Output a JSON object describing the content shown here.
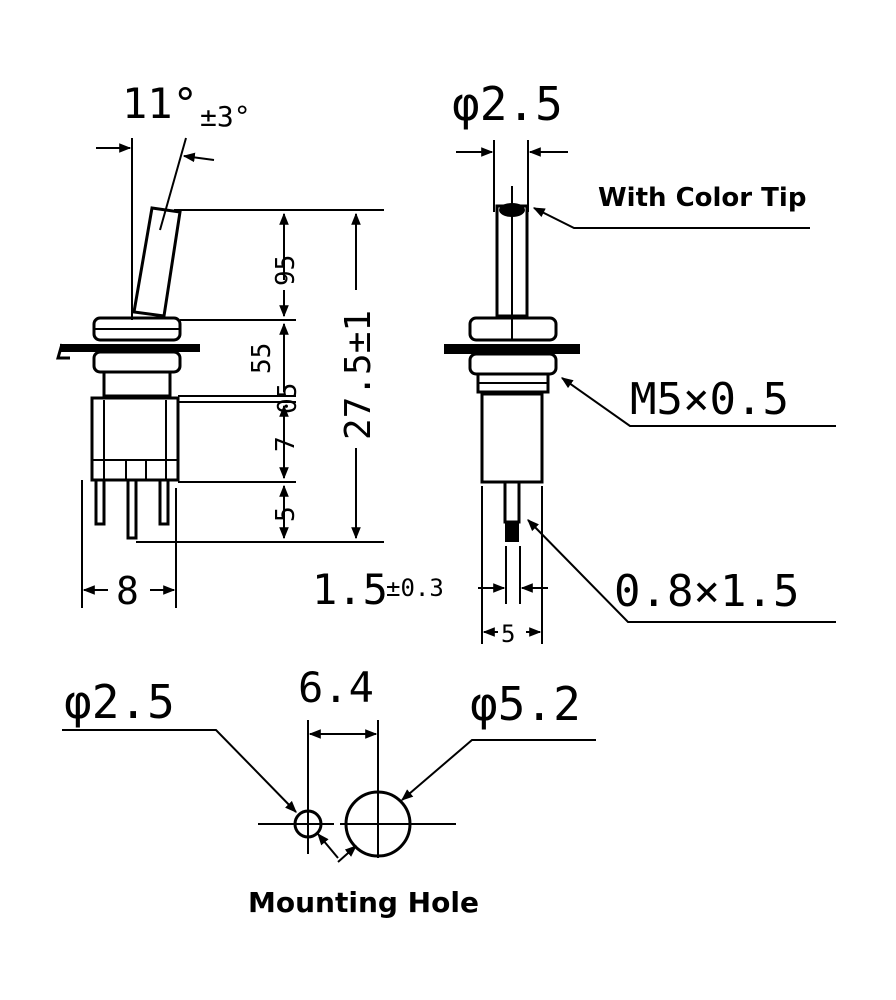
{
  "side_view": {
    "angle_value": "11°",
    "angle_tol": "±3°",
    "dim_95": "95",
    "dim_55": "55",
    "dim_05": "05",
    "dim_7": "7",
    "dim_5": "5",
    "dim_total": "27.5±1",
    "dim_width": "8"
  },
  "front_view": {
    "diameter_label": "φ2.5",
    "color_tip_label": "With Color Tip",
    "thread_label": "M5×0.5",
    "terminal_label": "0.8×1.5",
    "pitch_value": "1.5",
    "pitch_tol": "±0.3",
    "pitch_5": "5"
  },
  "mounting_hole": {
    "small_diameter": "φ2.5",
    "spacing": "6.4",
    "large_diameter": "φ5.2",
    "caption": "Mounting Hole"
  }
}
